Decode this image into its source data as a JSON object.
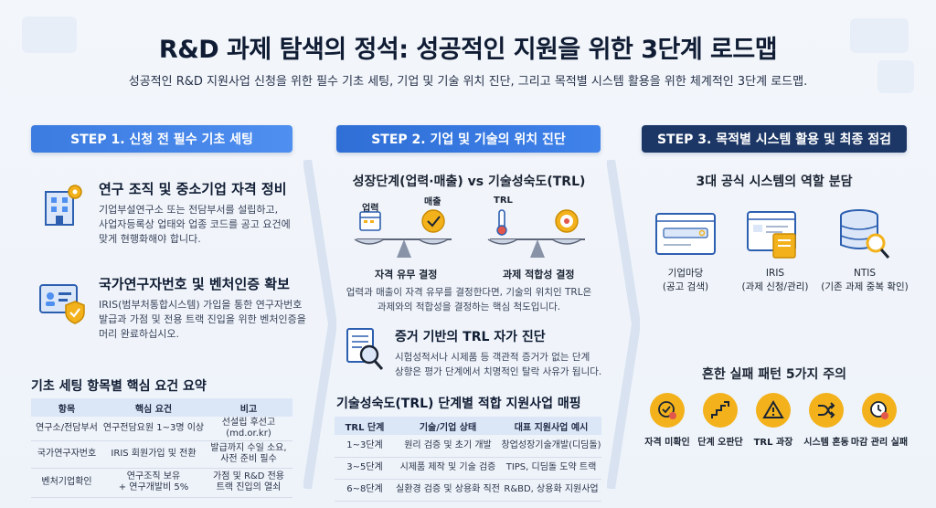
{
  "header": {
    "title": "R&D 과제 탐색의 정석: 성공적인 지원을 위한 3단계 로드맵",
    "subtitle": "성공적인 R&D 지원사업 신청을 위한 필수 기초 세팅, 기업 및 기술 위치 진단, 그리고 목적별 시스템 활용을 위한 체계적인 3단계 로드맵."
  },
  "steps": [
    {
      "label": "STEP 1. 신청 전 필수 기초 세팅"
    },
    {
      "label": "STEP 2. 기업 및 기술의 위치 진단"
    },
    {
      "label": "STEP 3. 목적별 시스템 활용 및 최종 점검"
    }
  ],
  "step1": {
    "features": [
      {
        "title": "연구 조직 및 중소기업 자격 정비",
        "lines": [
          "기업부설연구소 또는 전담부서를 설립하고,",
          "사업자등록상 업태와 업종 코드를 공고 요건에",
          "맞게 현행화해야 합니다."
        ],
        "icon": "building-gear-icon"
      },
      {
        "title": "국가연구자번호 및 벤처인증 확보",
        "lines": [
          "IRIS(범부처통합시스템) 가입을 통한 연구자번호",
          "발급과 가점 및 전용 트랙 진입을 위한 벤처인증을",
          "머리 완료하십시오."
        ],
        "icon": "id-card-shield-icon"
      }
    ],
    "table_title": "기초 세팅 항목별 핵심 요건 요약",
    "table": {
      "headers": [
        "항목",
        "핵심 요건",
        "비고"
      ],
      "rows": [
        {
          "item": "연구소/전담부서",
          "req": [
            "연구전담요원 1~3명 이상"
          ],
          "note": [
            "선설립 후선고(md.or.kr)"
          ]
        },
        {
          "item": "국가연구자번호",
          "req": [
            "IRIS 회원가입 및 전환"
          ],
          "note": [
            "발급까지 수일 소요,",
            "사전 준비 필수"
          ]
        },
        {
          "item": "벤처기업확인",
          "req": [
            "연구조직 보유",
            "+ 연구개발비 5%"
          ],
          "note": [
            "가점 및 R&D 전용",
            "트랙 진입의 열쇠"
          ]
        }
      ]
    }
  },
  "step2": {
    "title": "성장단계(업력·매출) vs 기술성숙도(TRL)",
    "labels": {
      "history": "업력",
      "sales": "매출",
      "trl": "TRL"
    },
    "scale_left": "자격 유무 결정",
    "scale_right": "과제 적합성 결정",
    "desc": [
      "업력과 매출이 자격 유무를 결정한다면, 기술의 위치인 TRL은",
      "과제와의 적합성을 결정하는 핵심 척도입니다."
    ],
    "evidence": {
      "title": "증거 기반의 TRL 자가 진단",
      "lines": [
        "시험성적서나 시제품 등 객관적 증거가 없는 단계",
        "상향은 평가 단계에서 치명적인 탈락 사유가 됩니다."
      ],
      "icon": "document-magnifier-icon"
    },
    "table_title": "기술성숙도(TRL) 단계별 적합 지원사업 매핑",
    "table": {
      "headers": [
        "TRL 단계",
        "기술/기업 상태",
        "대표 지원사업 예시"
      ],
      "rows": [
        [
          "1~3단계",
          "원리 검증 및 초기 개발",
          "창업성장기술개발(디딤돌)"
        ],
        [
          "3~5단계",
          "시제품 제작 및 기술 검증",
          "TIPS, 디딤돌 도약 트랙"
        ],
        [
          "6~8단계",
          "실환경 검증 및 상용화 직전",
          "R&BD, 상용화 지원사업"
        ]
      ]
    }
  },
  "step3": {
    "title": "3대 공식 시스템의 역할 분담",
    "systems": [
      {
        "name": "기업마당",
        "role": "(공고 검색)",
        "icon": "browser-search-icon"
      },
      {
        "name": "IRIS",
        "role": "(과제 신청/관리)",
        "icon": "document-window-icon"
      },
      {
        "name": "NTIS",
        "role": "(기존 과제 중복 확인)",
        "icon": "database-search-icon"
      }
    ],
    "fail_title": "흔한 실패 패턴 5가지 주의",
    "fails": [
      {
        "label": "자격 미확인",
        "icon": "check-x-icon"
      },
      {
        "label": "단계 오판단",
        "icon": "stairs-up-icon"
      },
      {
        "label": "TRL 과장",
        "icon": "warning-icon"
      },
      {
        "label": "시스템 혼동",
        "icon": "shuffle-icon"
      },
      {
        "label": "마감 관리 실패",
        "icon": "clock-x-icon"
      }
    ]
  }
}
